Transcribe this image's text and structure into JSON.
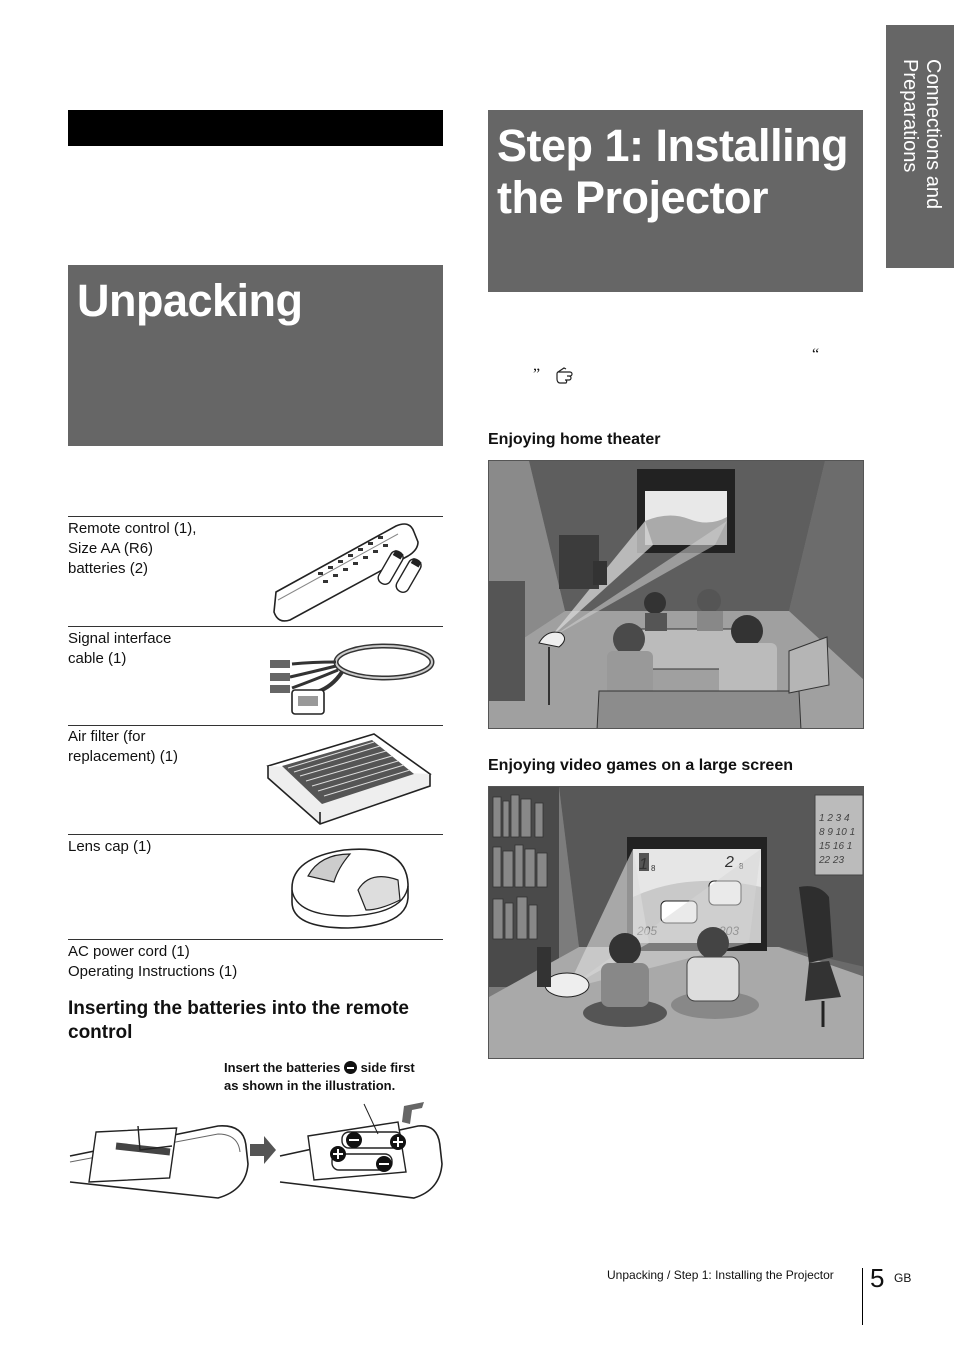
{
  "side_tab": {
    "label": "Connections and Preparations"
  },
  "unpacking": {
    "title": "Unpacking",
    "items": [
      {
        "lines": [
          "Remote control (1),",
          "Size AA (R6)",
          "batteries (2)"
        ],
        "icon": "remote-control-icon"
      },
      {
        "lines": [
          "Signal interface",
          "cable (1)"
        ],
        "icon": "signal-cable-icon"
      },
      {
        "lines": [
          "Air filter (for",
          "replacement) (1)"
        ],
        "icon": "air-filter-icon"
      },
      {
        "lines": [
          "Lens cap (1)"
        ],
        "icon": "lens-cap-icon"
      },
      {
        "lines": [
          "AC power cord (1)",
          "Operating Instructions (1)"
        ]
      }
    ],
    "batteries_heading": "Inserting the batteries into the remote control",
    "batteries_note_line1": "Insert the batteries",
    "batteries_note_line1_tail": "side first",
    "batteries_note_line2": "as shown in the illustration."
  },
  "step1": {
    "title_line1": "Step 1: Installing",
    "title_line2": "the Projector",
    "open_quote": "“",
    "close_quote": "”",
    "ref_icon": "pointing-hand-icon",
    "home_theater_heading": "Enjoying home theater",
    "games_heading": "Enjoying video games on a large screen",
    "game_screen": {
      "left_pos": "1",
      "left_total": "8",
      "right_pos": "2",
      "right_total": "8",
      "left_speed": "205",
      "right_speed": "203"
    },
    "calendar_numbers": [
      "1 2 3 4",
      "8 9 10 1",
      "15 16 1",
      "22 23"
    ]
  },
  "footer": {
    "running_title": "Unpacking / Step 1: Installing the Projector",
    "page_number": "5",
    "page_suffix": "GB"
  },
  "colors": {
    "heading_gray": "#666666",
    "black_bar": "#000000"
  }
}
